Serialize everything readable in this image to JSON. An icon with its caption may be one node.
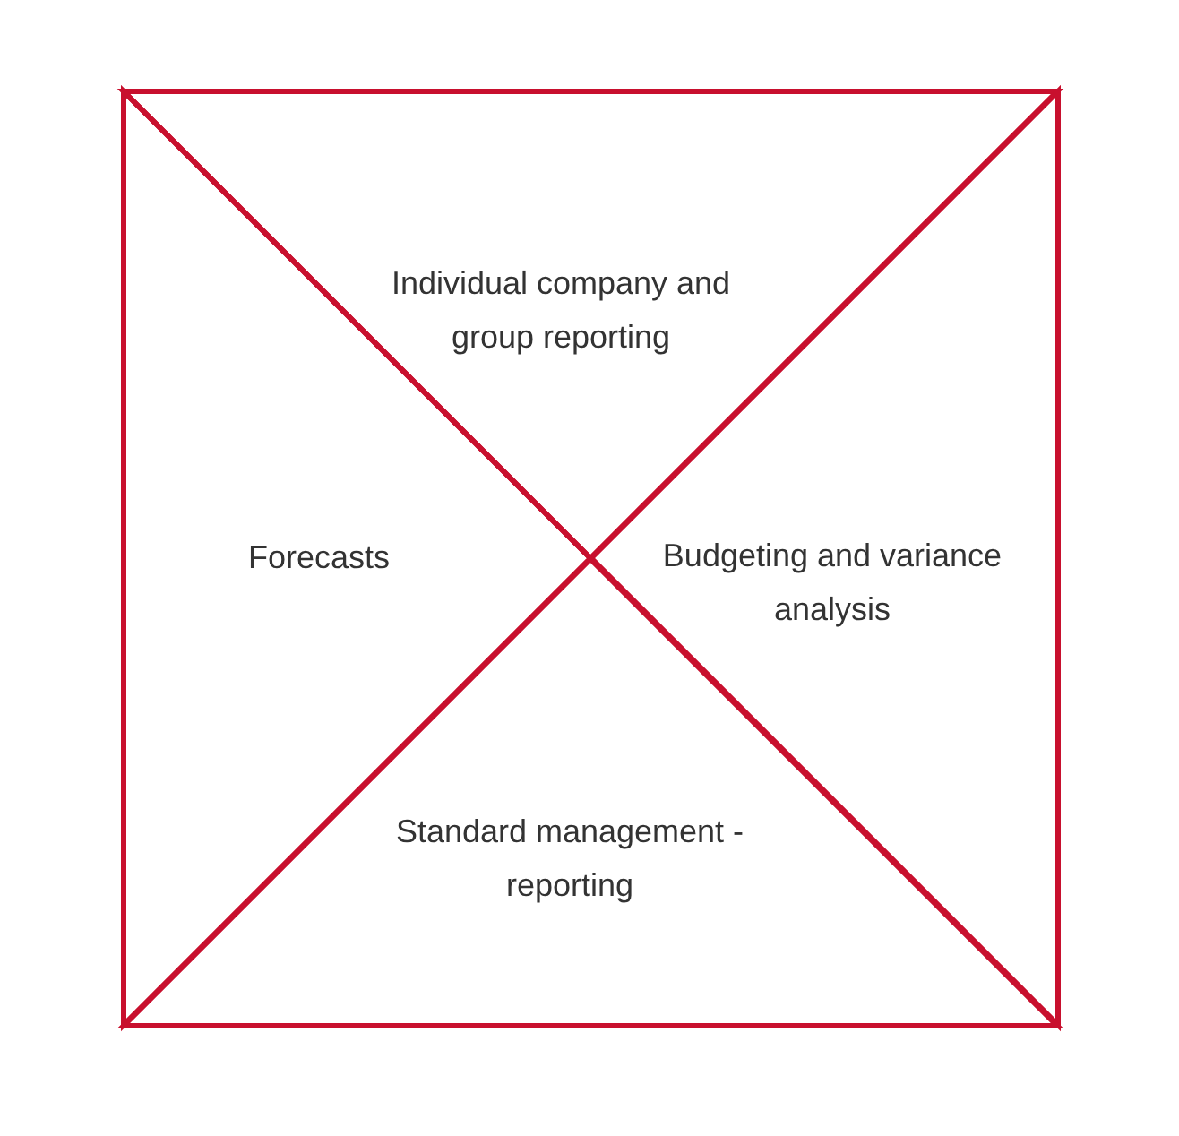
{
  "diagram": {
    "nodes": [
      {
        "text": [
          "Individual company and group reporting"
        ]
      },
      {
        "text": [
          "Forecasts"
        ]
      },
      {
        "text": [
          "Budgeting and variance analysis"
        ]
      },
      {
        "text": [
          "Standard management - reporting"
        ]
      }
    ]
  }
}
